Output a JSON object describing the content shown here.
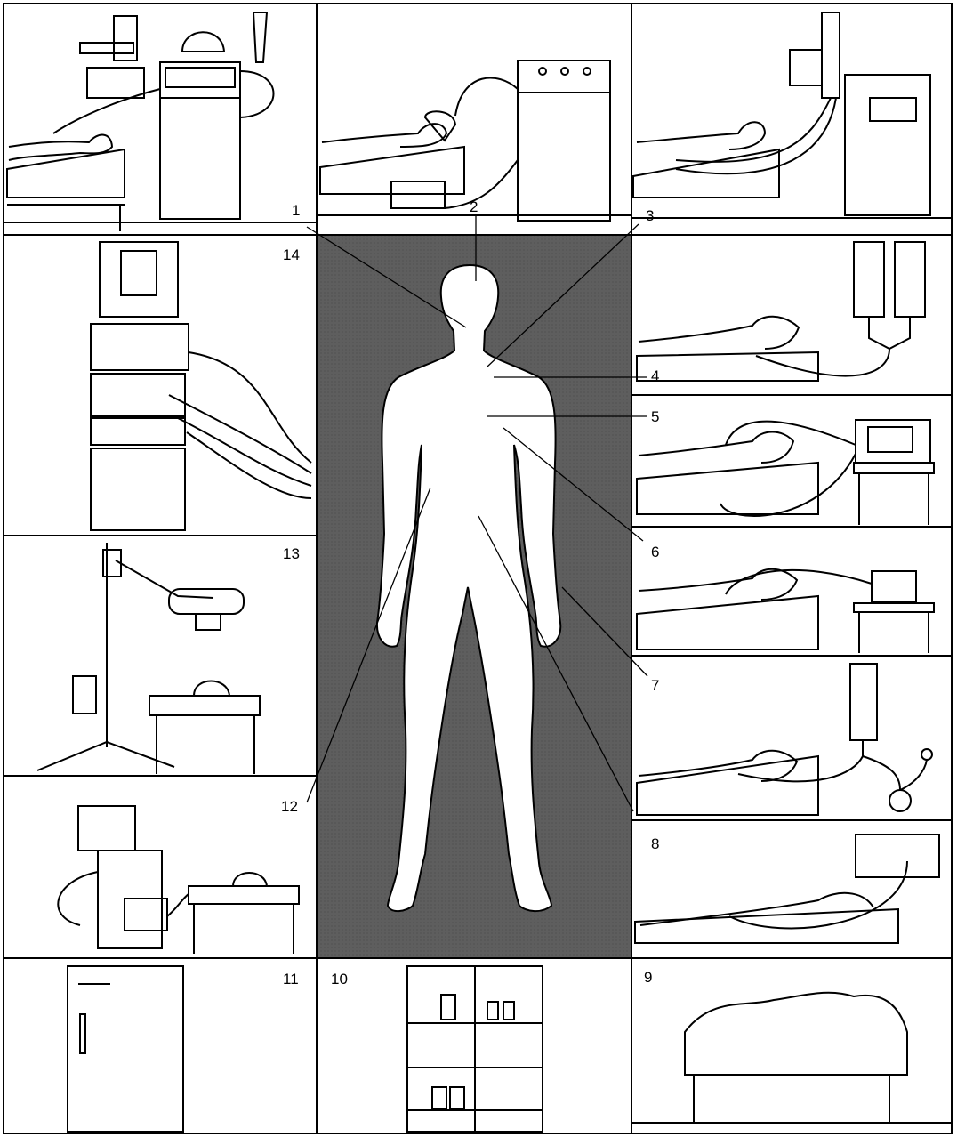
{
  "panels": [
    {
      "id": "1",
      "label": "1"
    },
    {
      "id": "2",
      "label": "2"
    },
    {
      "id": "3",
      "label": "3"
    },
    {
      "id": "4",
      "label": "4"
    },
    {
      "id": "5",
      "label": "5"
    },
    {
      "id": "6",
      "label": "6"
    },
    {
      "id": "7",
      "label": "7"
    },
    {
      "id": "8",
      "label": "8"
    },
    {
      "id": "9",
      "label": "9"
    },
    {
      "id": "10",
      "label": "10"
    },
    {
      "id": "11",
      "label": "11"
    },
    {
      "id": "12",
      "label": "12"
    },
    {
      "id": "13",
      "label": "13"
    },
    {
      "id": "14",
      "label": "14"
    }
  ],
  "colors": {
    "background": "#ffffff",
    "ink": "#000000",
    "center_panel": "#5e5e5e",
    "figure": "#ffffff"
  }
}
